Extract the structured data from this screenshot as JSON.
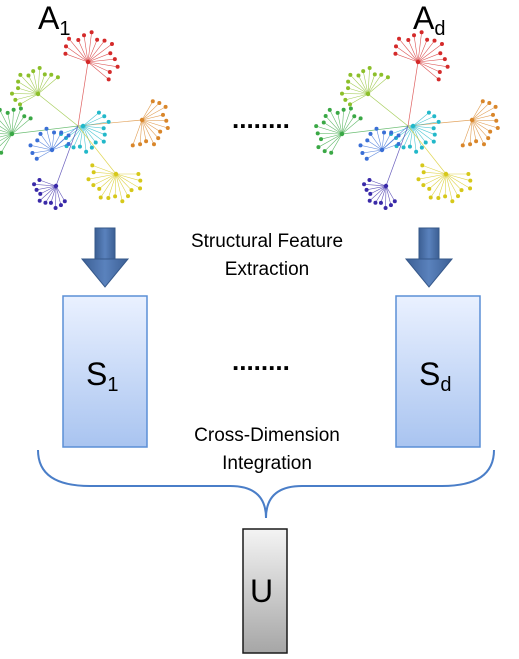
{
  "graphs": [
    {
      "base": "A",
      "sub": "1"
    },
    {
      "base": "A",
      "sub": "d"
    }
  ],
  "ellipsis_top": "........",
  "ellipsis_mid": "........",
  "extraction_label": {
    "line1": "Structural Feature",
    "line2": "Extraction"
  },
  "structures": [
    {
      "base": "S",
      "sub": "1"
    },
    {
      "base": "S",
      "sub": "d"
    }
  ],
  "integration_label": {
    "line1": "Cross-Dimension",
    "line2": "Integration"
  },
  "output": {
    "label": "U"
  },
  "colors": {
    "arrow": "#4a6fa5",
    "box_fill_top": "#e8efff",
    "box_fill_bottom": "#a9c4f0",
    "box_stroke": "#5b8fd6",
    "brace": "#4a7ec8",
    "u_fill_top": "#f2f2f2",
    "u_fill_bottom": "#a8a8a8"
  }
}
